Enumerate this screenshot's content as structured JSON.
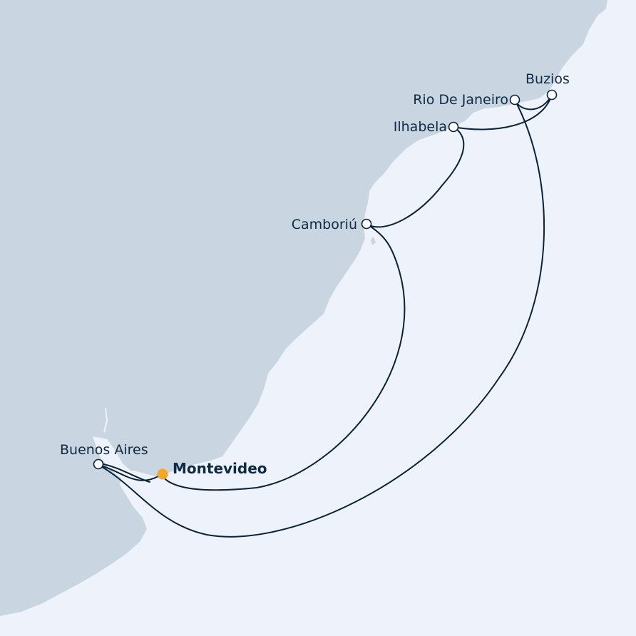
{
  "map": {
    "colors": {
      "ocean": "#eef3fb",
      "land": "#c9d6e2",
      "route": "#0b2238",
      "label": "#0f2a44",
      "port_marker_fill": "#ffffff",
      "home_port_marker": "#f5a623"
    },
    "ports": [
      {
        "id": "buzios",
        "name": "Buzios",
        "home": false
      },
      {
        "id": "rio",
        "name": "Rio De Janeiro",
        "home": false
      },
      {
        "id": "ilhabela",
        "name": "Ilhabela",
        "home": false
      },
      {
        "id": "camboriu",
        "name": "Camboriú",
        "home": false
      },
      {
        "id": "buenos-aires",
        "name": "Buenos Aires",
        "home": false
      },
      {
        "id": "montevideo",
        "name": "Montevideo",
        "home": true
      }
    ]
  }
}
